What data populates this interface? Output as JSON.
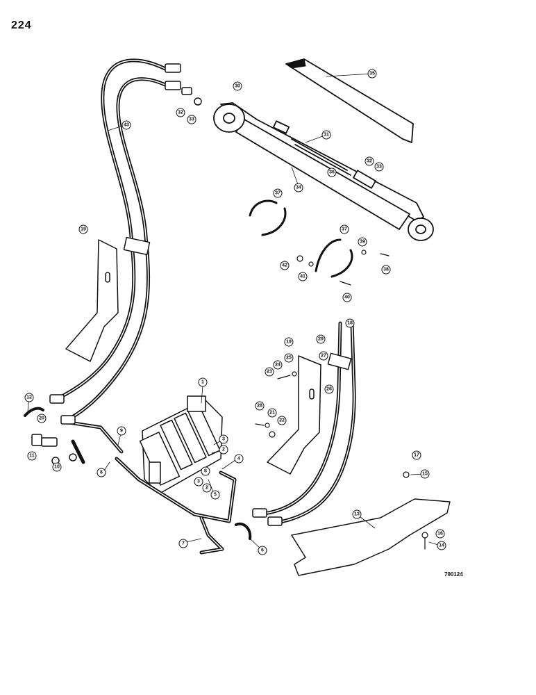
{
  "page": {
    "number": "224",
    "drawing_number": "790124"
  },
  "callouts": [
    "1",
    "2",
    "2",
    "3",
    "3",
    "4",
    "5",
    "6",
    "7",
    "8",
    "8",
    "9",
    "10",
    "11",
    "12",
    "13",
    "14",
    "15",
    "16",
    "17",
    "18",
    "19",
    "19",
    "20",
    "21",
    "22",
    "23",
    "24",
    "25",
    "26",
    "27",
    "28",
    "29",
    "30",
    "31",
    "32",
    "32",
    "33",
    "33",
    "34",
    "35",
    "36",
    "37",
    "37",
    "38",
    "39",
    "40",
    "41",
    "42",
    "43"
  ]
}
